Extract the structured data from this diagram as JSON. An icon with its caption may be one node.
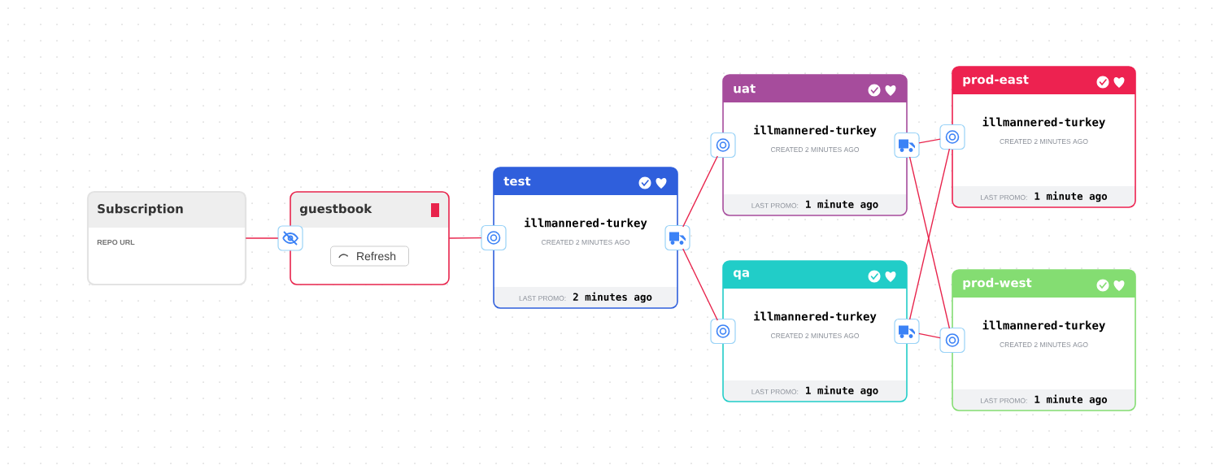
{
  "diagram": {
    "nodes": [
      {
        "text": [
          "Subscription",
          "REPO URL"
        ]
      },
      {
        "text": [
          "guestbook",
          "Refresh"
        ]
      },
      {
        "text": [
          "test",
          "illmannered-turkey",
          "CREATED 2 MINUTES AGO",
          "LAST PROMO:",
          "2 minutes ago"
        ]
      },
      {
        "text": [
          "uat",
          "illmannered-turkey",
          "CREATED 2 MINUTES AGO",
          "LAST PROMO:",
          "1 minute ago"
        ]
      },
      {
        "text": [
          "qa",
          "illmannered-turkey",
          "CREATED 2 MINUTES AGO",
          "LAST PROMO:",
          "1 minute ago"
        ]
      },
      {
        "text": [
          "prod-east",
          "illmannered-turkey",
          "CREATED 2 MINUTES AGO",
          "LAST PROMO:",
          "1 minute ago"
        ]
      },
      {
        "text": [
          "prod-west",
          "illmannered-turkey",
          "CREATED 2 MINUTES AGO",
          "LAST PROMO:",
          "1 minute ago"
        ]
      }
    ],
    "edges": [
      {
        "from": 0,
        "to": 1,
        "arrow": "none"
      },
      {
        "from": 1,
        "to": 2,
        "arrow": "none"
      },
      {
        "from": 2,
        "to": 3,
        "arrow": "none"
      },
      {
        "from": 2,
        "to": 4,
        "arrow": "none"
      },
      {
        "from": 3,
        "to": 5,
        "arrow": "none"
      },
      {
        "from": 3,
        "to": 6,
        "arrow": "none"
      },
      {
        "from": 4,
        "to": 5,
        "arrow": "none"
      },
      {
        "from": 4,
        "to": 6,
        "arrow": "none"
      }
    ]
  }
}
